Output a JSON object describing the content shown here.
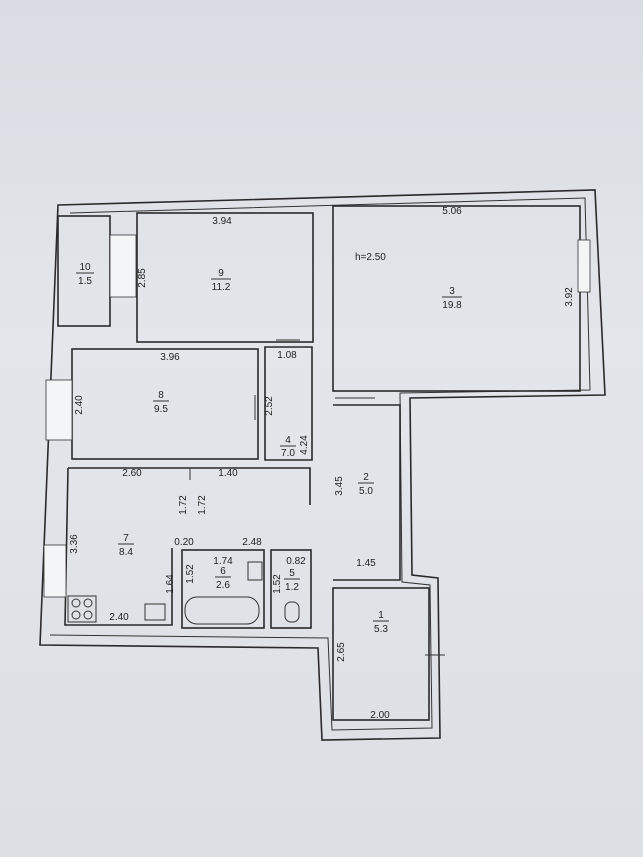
{
  "height_note": "h=2.50",
  "rooms": [
    {
      "num": "1",
      "area": "5.3"
    },
    {
      "num": "2",
      "area": "5.0"
    },
    {
      "num": "3",
      "area": "19.8"
    },
    {
      "num": "4",
      "area": "7.0"
    },
    {
      "num": "5",
      "area": "1.2"
    },
    {
      "num": "6",
      "area": "2.6"
    },
    {
      "num": "7",
      "area": "8.4"
    },
    {
      "num": "8",
      "area": "9.5"
    },
    {
      "num": "9",
      "area": "11.2"
    },
    {
      "num": "10",
      "area": "1.5"
    }
  ],
  "dimensions": [
    "3.94",
    "5.06",
    "2.85",
    "3.92",
    "3.96",
    "1.08",
    "2.40",
    "2.52",
    "4.24",
    "2.60",
    "1.40",
    "1.72",
    "1.72",
    "3.45",
    "3.36",
    "0.20",
    "2.48",
    "1.74",
    "0.82",
    "1.45",
    "1.52",
    "1.52",
    "1.64",
    "2.40",
    "2.65",
    "2.00"
  ]
}
